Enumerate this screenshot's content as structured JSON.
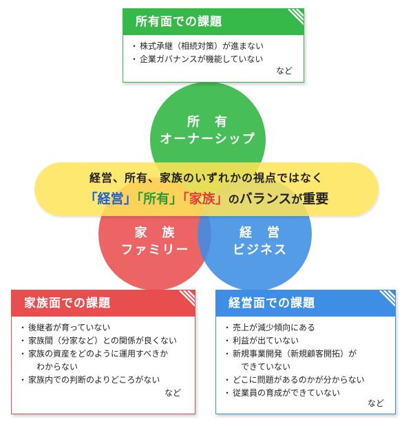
{
  "colors": {
    "ownership": "#37b94a",
    "family": "#e94e4e",
    "business": "#3d8ee4",
    "banner": "#ffe458",
    "keyword_business": "#1a5fd6",
    "keyword_ownership": "#2a9a38",
    "keyword_family": "#e03c3c"
  },
  "ownership_box": {
    "title": "所有面での課題",
    "items": [
      "株式承継（相続対策）が進まない",
      "企業ガバナンスが機能していない"
    ],
    "etc": "など"
  },
  "family_box": {
    "title": "家族面での課題",
    "items": [
      {
        "line1": "後継者が育っていない"
      },
      {
        "line1": "家族間（分家など）との関係が良くない"
      },
      {
        "line1": "家族の資産をどのように運用すべきか",
        "line2": "わからない"
      },
      {
        "line1": "家族内での判断のよりどころがない"
      }
    ],
    "etc": "など"
  },
  "business_box": {
    "title": "経営面での課題",
    "items": [
      {
        "line1": "売上が減少傾向にある"
      },
      {
        "line1": "利益が出ていない"
      },
      {
        "line1": "新規事業開発（新規顧客開拓）が",
        "line2": "できていない"
      },
      {
        "line1": "どこに問題があるのかが分からない"
      },
      {
        "line1": "従業員の育成ができていない"
      }
    ],
    "etc": "など"
  },
  "circles": {
    "ownership": {
      "line1": "所　有",
      "line2": "オーナーシップ"
    },
    "family": {
      "line1": "家　族",
      "line2": "ファミリー"
    },
    "business": {
      "line1": "経　営",
      "line2": "ビジネス"
    }
  },
  "banner": {
    "line1": "経営、所有、家族のいずれかの視点ではなく",
    "kw_business": "「経営」",
    "kw_ownership": "「所有」",
    "kw_family": "「家族」",
    "mid": "の",
    "balance": "バランス",
    "ga": "が",
    "end": "重要"
  }
}
